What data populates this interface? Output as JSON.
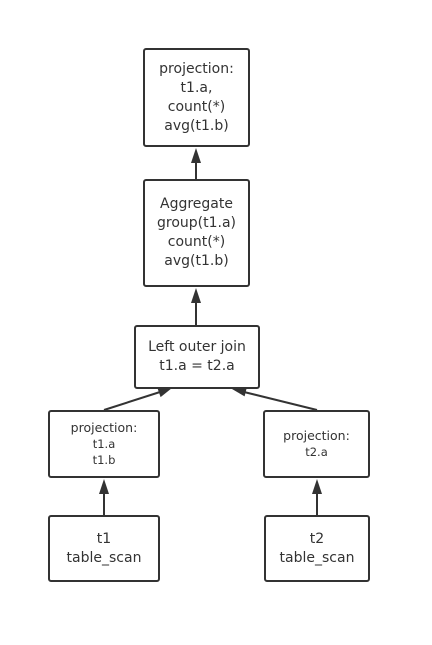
{
  "nodes": {
    "projection_top": {
      "lines": [
        "projection:",
        "t1.a,",
        "count(*)",
        "avg(t1.b)"
      ]
    },
    "aggregate": {
      "lines": [
        "Aggregate",
        "group(t1.a)",
        "count(*)",
        "avg(t1.b)"
      ]
    },
    "join": {
      "lines": [
        "Left outer join",
        "t1.a = t2.a"
      ]
    },
    "projection_left": {
      "lines": [
        "projection:",
        "t1.a",
        "t1.b"
      ]
    },
    "projection_right": {
      "lines": [
        "projection:",
        "t2.a"
      ]
    },
    "scan_t1": {
      "lines": [
        "t1",
        "table_scan"
      ]
    },
    "scan_t2": {
      "lines": [
        "t2",
        "table_scan"
      ]
    }
  }
}
